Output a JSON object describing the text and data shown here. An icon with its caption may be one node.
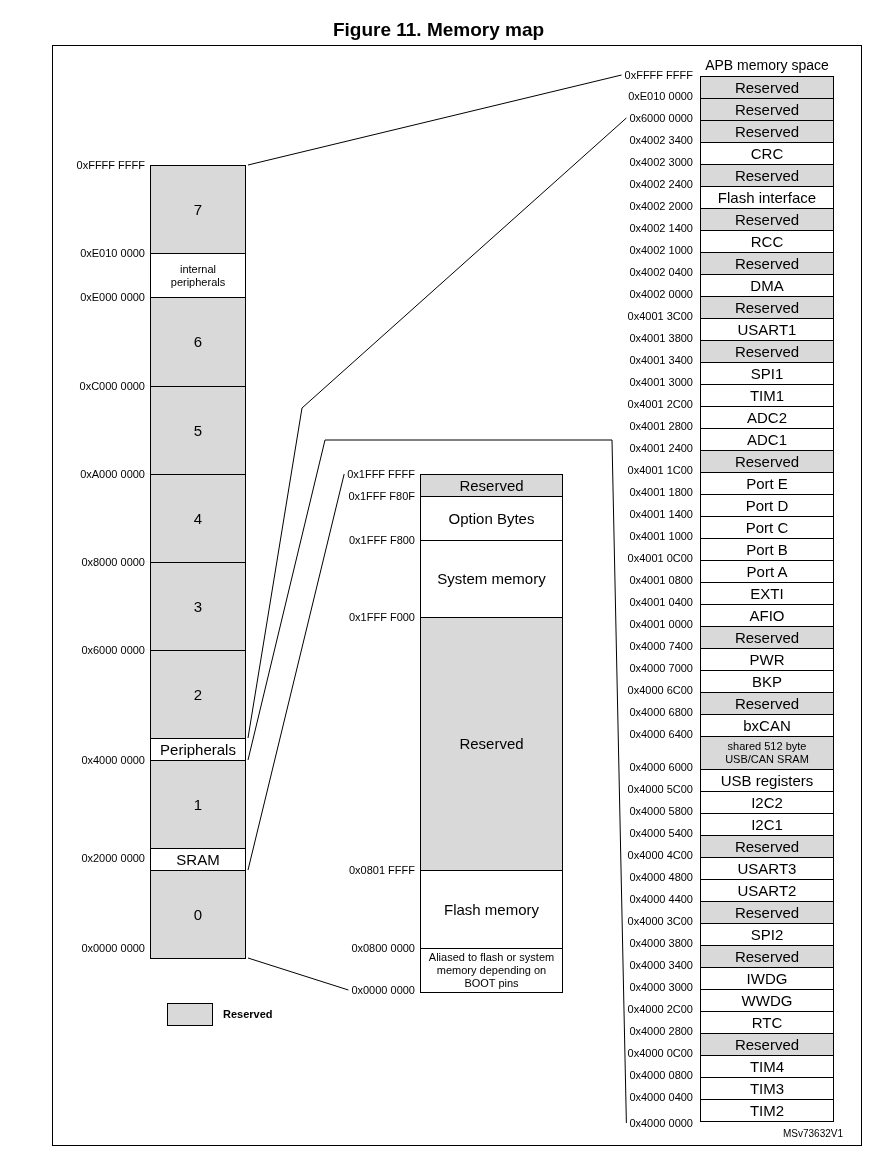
{
  "diagram": {
    "title": "Figure 11. Memory map",
    "nodes": [
      {
        "text": [
          "7"
        ]
      },
      {
        "text": [
          "internal peripherals"
        ]
      },
      {
        "text": [
          "6"
        ]
      },
      {
        "text": [
          "5"
        ]
      },
      {
        "text": [
          "4"
        ]
      },
      {
        "text": [
          "3"
        ]
      },
      {
        "text": [
          "2"
        ]
      },
      {
        "text": [
          "Peripherals"
        ]
      },
      {
        "text": [
          "1"
        ]
      },
      {
        "text": [
          "SRAM"
        ]
      },
      {
        "text": [
          "0"
        ]
      },
      {
        "text": [
          "0x1FFF FFFF"
        ]
      },
      {
        "text": [
          "Reserved"
        ]
      },
      {
        "text": [
          "Option Bytes"
        ]
      },
      {
        "text": [
          "System memory"
        ]
      },
      {
        "text": [
          "Reserved"
        ]
      },
      {
        "text": [
          "Flash memory"
        ]
      },
      {
        "text": [
          "Aliased to flash or system memory depending on BOOT pins"
        ]
      },
      {
        "text": [
          "0x0000 0000"
        ]
      },
      {
        "text": [
          "APB memory space"
        ]
      },
      {
        "text": [
          "0xFFFF FFFF"
        ]
      },
      {
        "text": [
          "0x6000 0000"
        ]
      },
      {
        "text": [
          "Reserved"
        ],
        "in": 19
      },
      {
        "text": [
          "Reserved"
        ],
        "in": 19
      },
      {
        "text": [
          "Reserved"
        ],
        "in": 19
      },
      {
        "text": [
          "CRC"
        ],
        "in": 19
      },
      {
        "text": [
          "Reserved"
        ],
        "in": 19
      },
      {
        "text": [
          "Flash interface"
        ],
        "in": 19
      },
      {
        "text": [
          "Reserved"
        ],
        "in": 19
      },
      {
        "text": [
          "RCC"
        ],
        "in": 19
      },
      {
        "text": [
          "Reserved"
        ],
        "in": 19
      },
      {
        "text": [
          "DMA"
        ],
        "in": 19
      },
      {
        "text": [
          "Reserved"
        ],
        "in": 19
      },
      {
        "text": [
          "USART1"
        ],
        "in": 19
      },
      {
        "text": [
          "Reserved"
        ],
        "in": 19
      },
      {
        "text": [
          "SPI1"
        ],
        "in": 19
      },
      {
        "text": [
          "TIM1"
        ],
        "in": 19
      },
      {
        "text": [
          "ADC2"
        ],
        "in": 19
      },
      {
        "text": [
          "ADC1"
        ],
        "in": 19
      },
      {
        "text": [
          "Reserved"
        ],
        "in": 19
      },
      {
        "text": [
          "Port E"
        ],
        "in": 19
      },
      {
        "text": [
          "Port D"
        ],
        "in": 19
      },
      {
        "text": [
          "Port C"
        ],
        "in": 19
      },
      {
        "text": [
          "Port B"
        ],
        "in": 19
      },
      {
        "text": [
          "Port A"
        ],
        "in": 19
      },
      {
        "text": [
          "EXTI"
        ],
        "in": 19
      },
      {
        "text": [
          "AFIO"
        ],
        "in": 19
      },
      {
        "text": [
          "Reserved"
        ],
        "in": 19
      },
      {
        "text": [
          "PWR"
        ],
        "in": 19
      },
      {
        "text": [
          "BKP"
        ],
        "in": 19
      },
      {
        "text": [
          "Reserved"
        ],
        "in": 19
      },
      {
        "text": [
          "bxCAN"
        ],
        "in": 19
      },
      {
        "text": [
          "shared 512 byte USB/CAN SRAM"
        ],
        "in": 19
      },
      {
        "text": [
          "USB registers"
        ],
        "in": 19
      },
      {
        "text": [
          "I2C2"
        ],
        "in": 19
      },
      {
        "text": [
          "I2C1"
        ],
        "in": 19
      },
      {
        "text": [
          "Reserved"
        ],
        "in": 19
      },
      {
        "text": [
          "USART3"
        ],
        "in": 19
      },
      {
        "text": [
          "USART2"
        ],
        "in": 19
      },
      {
        "text": [
          "Reserved"
        ],
        "in": 19
      },
      {
        "text": [
          "SPI2"
        ],
        "in": 19
      },
      {
        "text": [
          "Reserved"
        ],
        "in": 19
      },
      {
        "text": [
          "IWDG"
        ],
        "in": 19
      },
      {
        "text": [
          "WWDG"
        ],
        "in": 19
      },
      {
        "text": [
          "RTC"
        ],
        "in": 19
      },
      {
        "text": [
          "Reserved"
        ],
        "in": 19
      },
      {
        "text": [
          "TIM4"
        ],
        "in": 19
      },
      {
        "text": [
          "TIM3"
        ],
        "in": 19
      },
      {
        "text": [
          "TIM2"
        ],
        "in": 19
      },
      {
        "text": [
          "0x4000 0000"
        ]
      }
    ],
    "edges": [
      {
        "from": 0,
        "to": 20,
        "arrow": "none"
      },
      {
        "from": 7,
        "to": 21,
        "arrow": "none"
      },
      {
        "from": 7,
        "to": 69,
        "arrow": "none"
      },
      {
        "from": 10,
        "to": 11,
        "arrow": "none"
      },
      {
        "from": 10,
        "to": 18,
        "arrow": "none"
      }
    ],
    "labels": [
      "0xFFFF FFFF",
      "0xE010 0000",
      "0xE000 0000",
      "0xC000 0000",
      "0xA000 0000",
      "0x8000 0000",
      "0x6000 0000",
      "0x4000 0000",
      "0x2000 0000",
      "0x0000 0000",
      "0x1FFF F80F",
      "0x1FFF F800",
      "0x1FFF F000",
      "0x0801 FFFF",
      "0x0800 0000",
      "0xE010 0000",
      "0x4002 3400",
      "0x4002 3000",
      "0x4002 2400",
      "0x4002 2000",
      "0x4002 1400",
      "0x4002 1000",
      "0x4002 0400",
      "0x4002 0000",
      "0x4001 3C00",
      "0x4001 3800",
      "0x4001 3400",
      "0x4001 3000",
      "0x4001 2C00",
      "0x4001 2800",
      "0x4001 2400",
      "0x4001 1C00",
      "0x4001 1800",
      "0x4001 1400",
      "0x4001 1000",
      "0x4001 0C00",
      "0x4001 0800",
      "0x4001 0400",
      "0x4001 0000",
      "0x4000 7400",
      "0x4000 7000",
      "0x4000 6C00",
      "0x4000 6800",
      "0x4000 6400",
      "0x4000 6000",
      "0x4000 5C00",
      "0x4000 5800",
      "0x4000 5400",
      "0x4000 4C00",
      "0x4000 4800",
      "0x4000 4400",
      "0x4000 3C00",
      "0x4000 3800",
      "0x4000 3400",
      "0x4000 3000",
      "0x4000 2C00",
      "0x4000 2800",
      "0x4000 0C00",
      "0x4000 0800",
      "0x4000 0400",
      "MSv73632V1"
    ],
    "legend": [
      {
        "text": "Reserved",
        "color": "#d9d9d9"
      }
    ]
  }
}
